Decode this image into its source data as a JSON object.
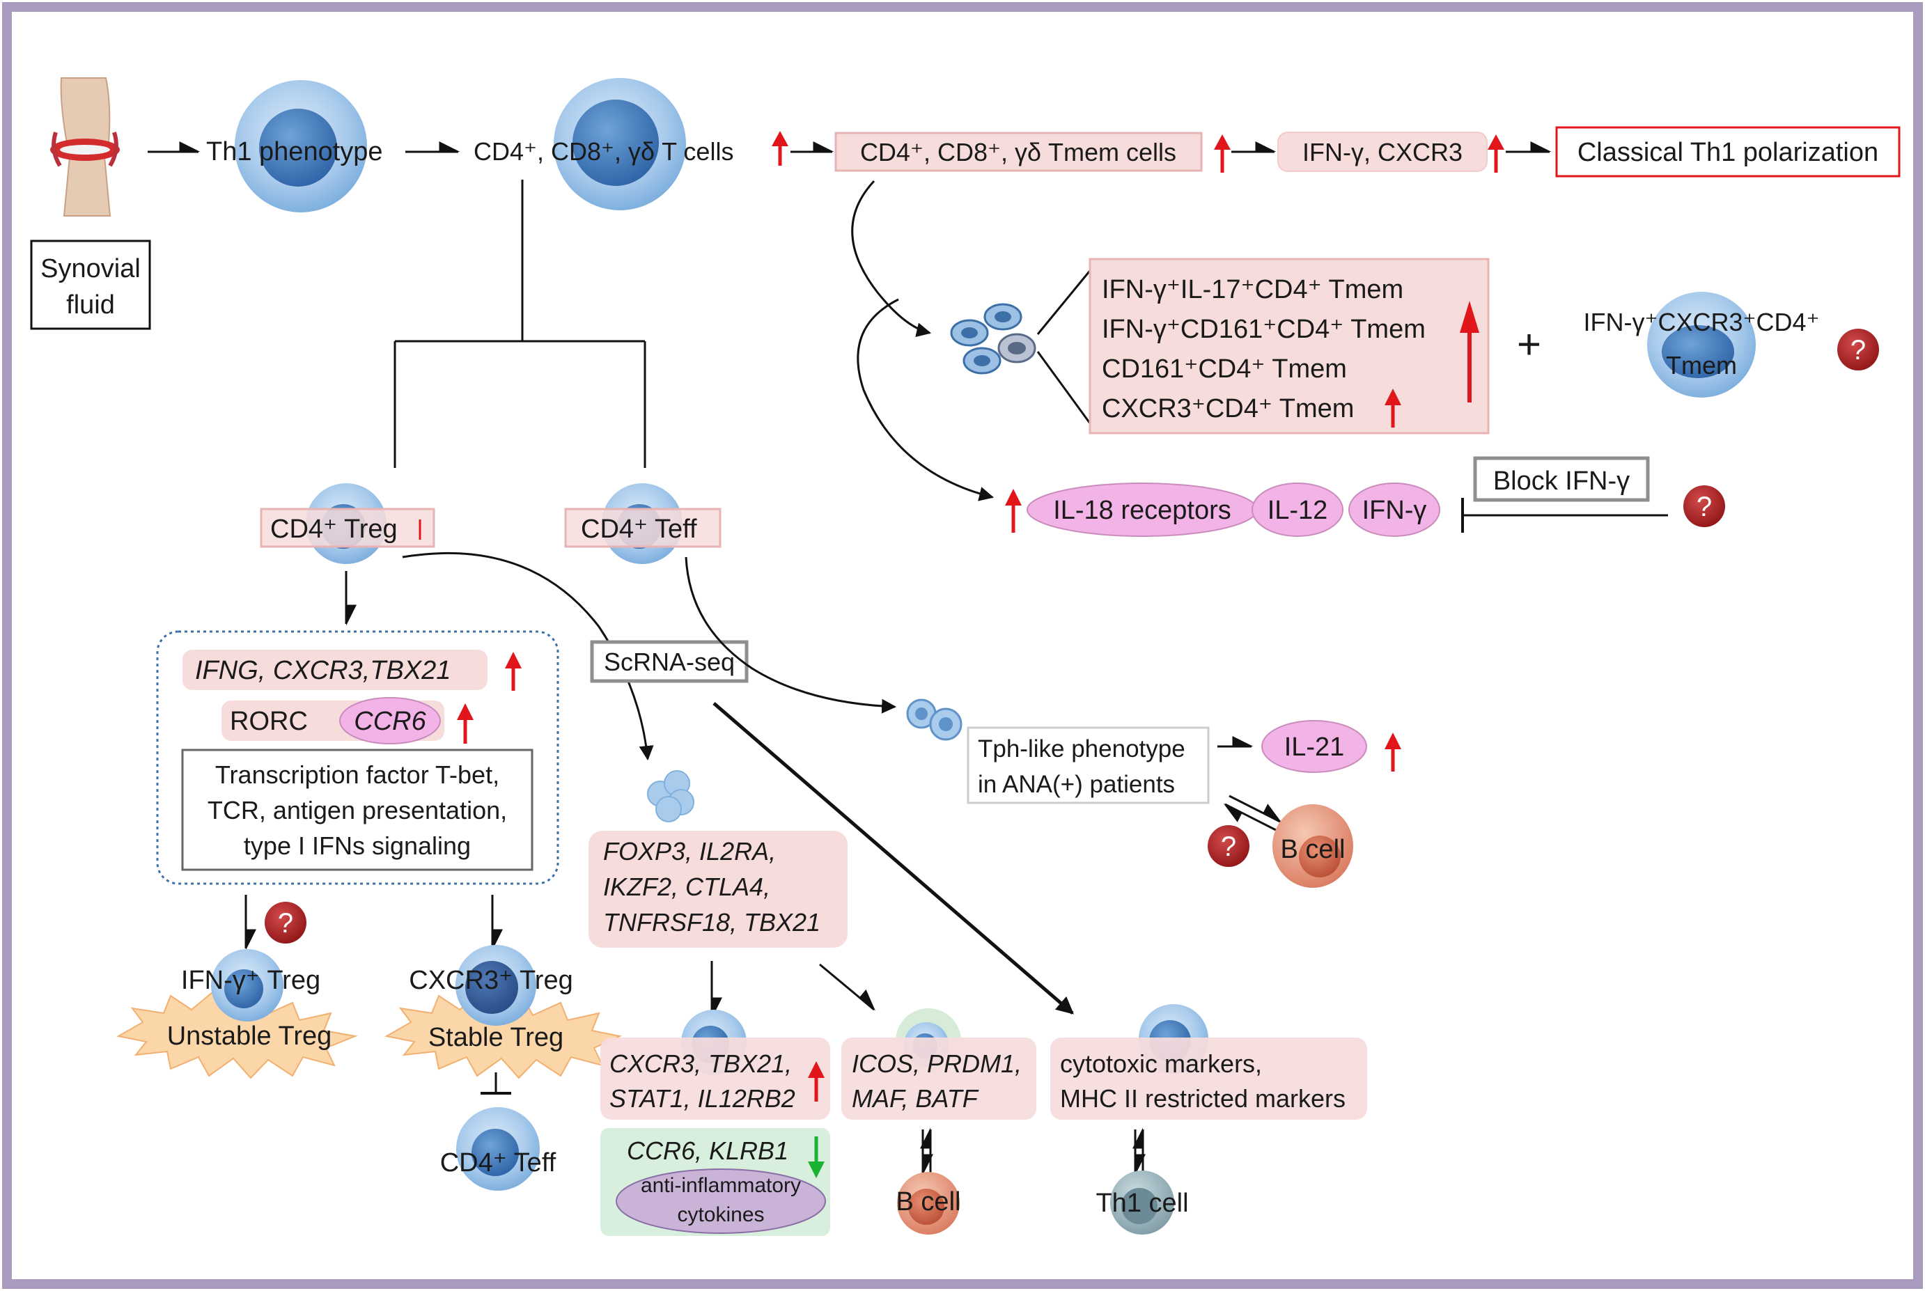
{
  "colors": {
    "frame": "#a89bbd",
    "box_fill": "#f7dcdc",
    "box_stroke": "#e7b3b3",
    "up_arrow": "#e0161b",
    "down_arrow": "#1bb233",
    "pink_ellipse": "#f2b3e6",
    "question": "#a81c1f",
    "green_box": "#d7efdc",
    "burst": "#fbd6a8"
  },
  "top_row": {
    "synovial_fluid": [
      "Synovial",
      "fluid"
    ],
    "th1_phenotype": "Th1 phenotype",
    "t_cells": "CD4⁺, CD8⁺, γδ T cells",
    "tmem_cells": "CD4⁺, CD8⁺, γδ Tmem cells",
    "ifn_cxcr3": "IFN-γ, CXCR3",
    "classical": "Classical Th1 polarization"
  },
  "tmem_subsets": {
    "lines": [
      "IFN-γ⁺IL-17⁺CD4⁺ Tmem",
      "IFN-γ⁺CD161⁺CD4⁺ Tmem",
      "CD161⁺CD4⁺ Tmem",
      "CXCR3⁺CD4⁺ Tmem"
    ],
    "plus": "+",
    "extra_cell": [
      "IFN-γ⁺CXCR3⁺CD4⁺",
      "Tmem"
    ]
  },
  "il18_row": {
    "il18": "IL-18 receptors",
    "il12": "IL-12",
    "ifng": "IFN-γ",
    "block": "Block IFN-γ"
  },
  "treg_branch": {
    "treg": "CD4⁺ Treg",
    "teff": "CD4⁺ Teff",
    "genes1": "IFNG, CXCR3,TBX21",
    "rorc": "RORC",
    "ccr6": "CCR6",
    "tf_lines": [
      "Transcription factor T-bet,",
      "TCR, antigen presentation,",
      "type I IFNs signaling"
    ],
    "ifn_treg": "IFN-γ⁺ Treg",
    "cxcr3_treg": "CXCR3⁺ Treg",
    "unstable": "Unstable Treg",
    "stable": "Stable Treg",
    "cd4_teff_bottom": "CD4⁺ Teff"
  },
  "scrna": {
    "label": "ScRNA-seq",
    "foxp3_lines": [
      "FOXP3, IL2RA,",
      "IKZF2, CTLA4,",
      "TNFRSF18, TBX21"
    ],
    "cxcr3_lines": [
      "CXCR3, TBX21,",
      "STAT1, IL12RB2"
    ],
    "ccr6_klrb1": "CCR6, KLRB1",
    "anti_inflam": [
      "anti-inflammatory",
      "cytokines"
    ],
    "icos_lines": [
      "ICOS, PRDM1,",
      "MAF, BATF"
    ],
    "b_cell_bottom": "B cell",
    "cytotoxic_lines": [
      "cytotoxic markers,",
      "MHC II restricted markers"
    ],
    "th1_cell": "Th1 cell"
  },
  "tph": {
    "lines": [
      "Tph-like phenotype",
      "in ANA(+) patients"
    ],
    "il21": "IL-21",
    "b_cell": "B cell"
  },
  "question_mark": "?"
}
